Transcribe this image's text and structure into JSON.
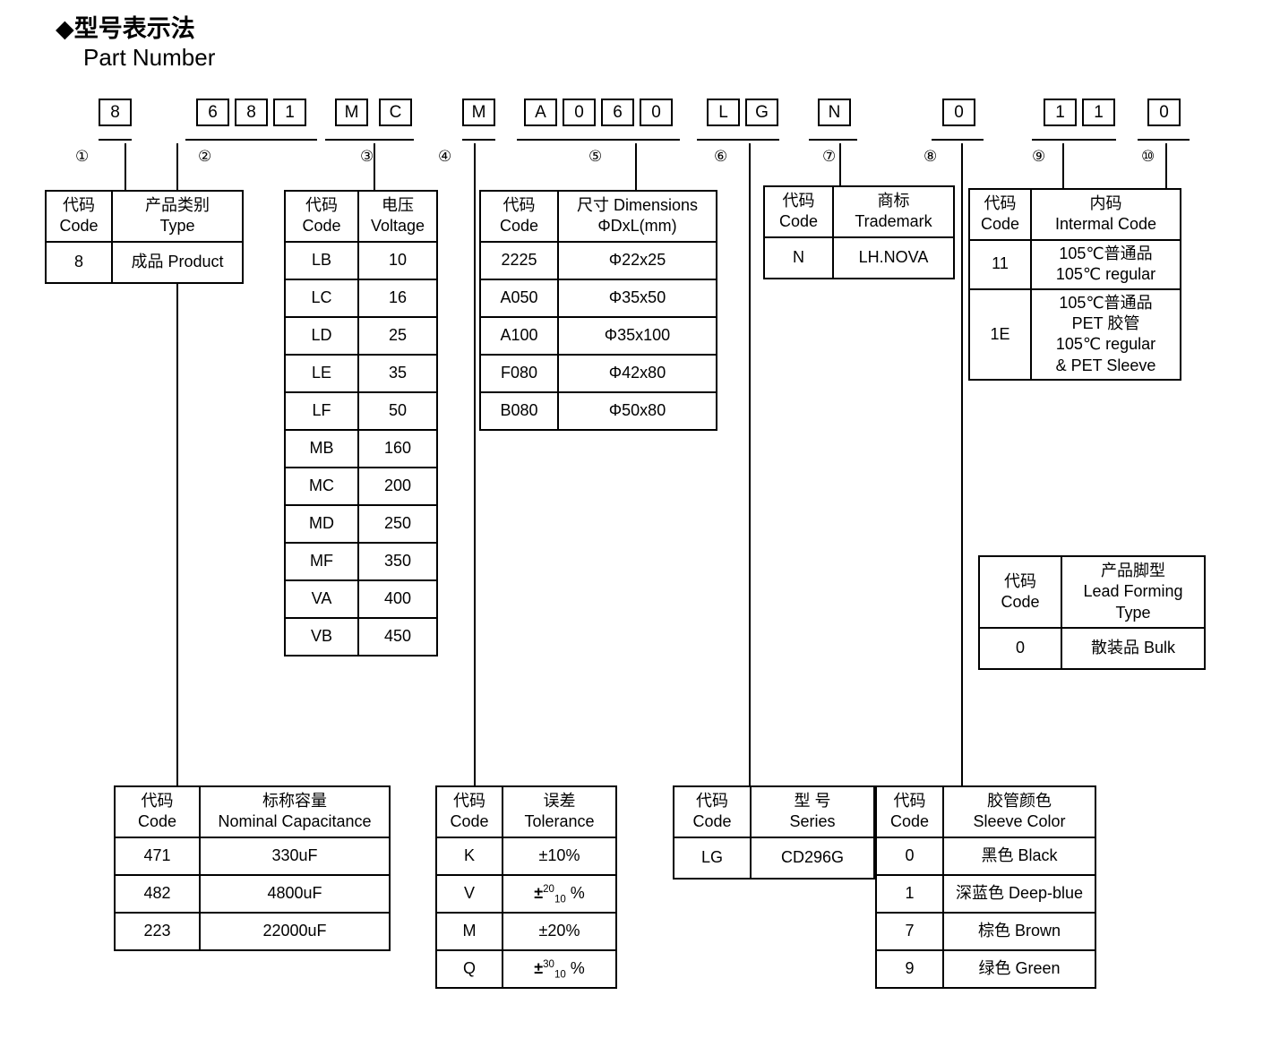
{
  "header": {
    "title_cn": "◆型号表示法",
    "title_en": "Part Number"
  },
  "part_number": {
    "groups": [
      {
        "index": "①",
        "chars": [
          "8"
        ]
      },
      {
        "index": "②",
        "chars": [
          "6",
          "8",
          "1"
        ]
      },
      {
        "index": "③",
        "chars": [
          "M",
          "C"
        ]
      },
      {
        "index": "④",
        "chars": [
          "M"
        ]
      },
      {
        "index": "⑤",
        "chars": [
          "A",
          "0",
          "6",
          "0"
        ]
      },
      {
        "index": "⑥",
        "chars": [
          "L",
          "G"
        ]
      },
      {
        "index": "⑦",
        "chars": [
          "N"
        ]
      },
      {
        "index": "⑧",
        "chars": [
          "0"
        ]
      },
      {
        "index": "⑨",
        "chars": [
          "1",
          "1"
        ]
      },
      {
        "index": "⑩",
        "chars": [
          "0"
        ]
      }
    ]
  },
  "tables": {
    "type": {
      "header": {
        "code_cn": "代码",
        "code_en": "Code",
        "value_cn": "产品类别",
        "value_en": "Type"
      },
      "rows": [
        {
          "code": "8",
          "value": "成品 Product"
        }
      ]
    },
    "voltage": {
      "header": {
        "code_cn": "代码",
        "code_en": "Code",
        "value_cn": "电压",
        "value_en": "Voltage"
      },
      "rows": [
        {
          "code": "LB",
          "value": "10"
        },
        {
          "code": "LC",
          "value": "16"
        },
        {
          "code": "LD",
          "value": "25"
        },
        {
          "code": "LE",
          "value": "35"
        },
        {
          "code": "LF",
          "value": "50"
        },
        {
          "code": "MB",
          "value": "160"
        },
        {
          "code": "MC",
          "value": "200"
        },
        {
          "code": "MD",
          "value": "250"
        },
        {
          "code": "MF",
          "value": "350"
        },
        {
          "code": "VA",
          "value": "400"
        },
        {
          "code": "VB",
          "value": "450"
        }
      ]
    },
    "dimensions": {
      "header": {
        "code_cn": "代码",
        "code_en": "Code",
        "value_cn": "尺寸 Dimensions",
        "value_en": "ΦDxL(mm)"
      },
      "rows": [
        {
          "code": "2225",
          "value": "Φ22x25"
        },
        {
          "code": "A050",
          "value": "Φ35x50"
        },
        {
          "code": "A100",
          "value": "Φ35x100"
        },
        {
          "code": "F080",
          "value": "Φ42x80"
        },
        {
          "code": "B080",
          "value": "Φ50x80"
        }
      ]
    },
    "trademark": {
      "header": {
        "code_cn": "代码",
        "code_en": "Code",
        "value_cn": "商标",
        "value_en": "Trademark"
      },
      "rows": [
        {
          "code": "N",
          "value": "LH.NOVA"
        }
      ]
    },
    "internal_code": {
      "header": {
        "code_cn": "代码",
        "code_en": "Code",
        "value_cn": "内码",
        "value_en": "Intermal Code"
      },
      "rows": [
        {
          "code": "11",
          "line1": "105℃普通品",
          "line2": "105℃ regular",
          "line3": "",
          "line4": ""
        },
        {
          "code": "1E",
          "line1": "105℃普通品",
          "line2": "PET 胶管",
          "line3": "105℃ regular",
          "line4": "& PET Sleeve"
        }
      ]
    },
    "lead_forming": {
      "header": {
        "code_cn": "代码",
        "code_en": "Code",
        "value_cn": "产品脚型",
        "value_en": "Lead Forming",
        "value_en2": "Type"
      },
      "rows": [
        {
          "code": "0",
          "value": "散装品 Bulk"
        }
      ]
    },
    "capacitance": {
      "header": {
        "code_cn": "代码",
        "code_en": "Code",
        "value_cn": "标称容量",
        "value_en": "Nominal Capacitance"
      },
      "rows": [
        {
          "code": "471",
          "value": "330uF"
        },
        {
          "code": "482",
          "value": "4800uF"
        },
        {
          "code": "223",
          "value": "22000uF"
        }
      ]
    },
    "tolerance": {
      "header": {
        "code_cn": "代码",
        "code_en": "Code",
        "value_cn": "误差",
        "value_en": "Tolerance"
      },
      "rows": [
        {
          "code": "K",
          "plain": "±10%",
          "sup": "",
          "sub": ""
        },
        {
          "code": "V",
          "plain": "",
          "sup": "20",
          "sub": "10"
        },
        {
          "code": "M",
          "plain": "±20%",
          "sup": "",
          "sub": ""
        },
        {
          "code": "Q",
          "plain": "",
          "sup": "30",
          "sub": "10"
        }
      ]
    },
    "series": {
      "header": {
        "code_cn": "代码",
        "code_en": "Code",
        "value_cn": "型 号",
        "value_en": "Series"
      },
      "rows": [
        {
          "code": "LG",
          "value": "CD296G"
        }
      ]
    },
    "sleeve_color": {
      "header": {
        "code_cn": "代码",
        "code_en": "Code",
        "value_cn": "胶管颜色",
        "value_en": "Sleeve Color"
      },
      "rows": [
        {
          "code": "0",
          "value": "黑色 Black"
        },
        {
          "code": "1",
          "value": "深蓝色 Deep-blue"
        },
        {
          "code": "7",
          "value": "棕色 Brown"
        },
        {
          "code": "9",
          "value": "绿色 Green"
        }
      ]
    }
  }
}
